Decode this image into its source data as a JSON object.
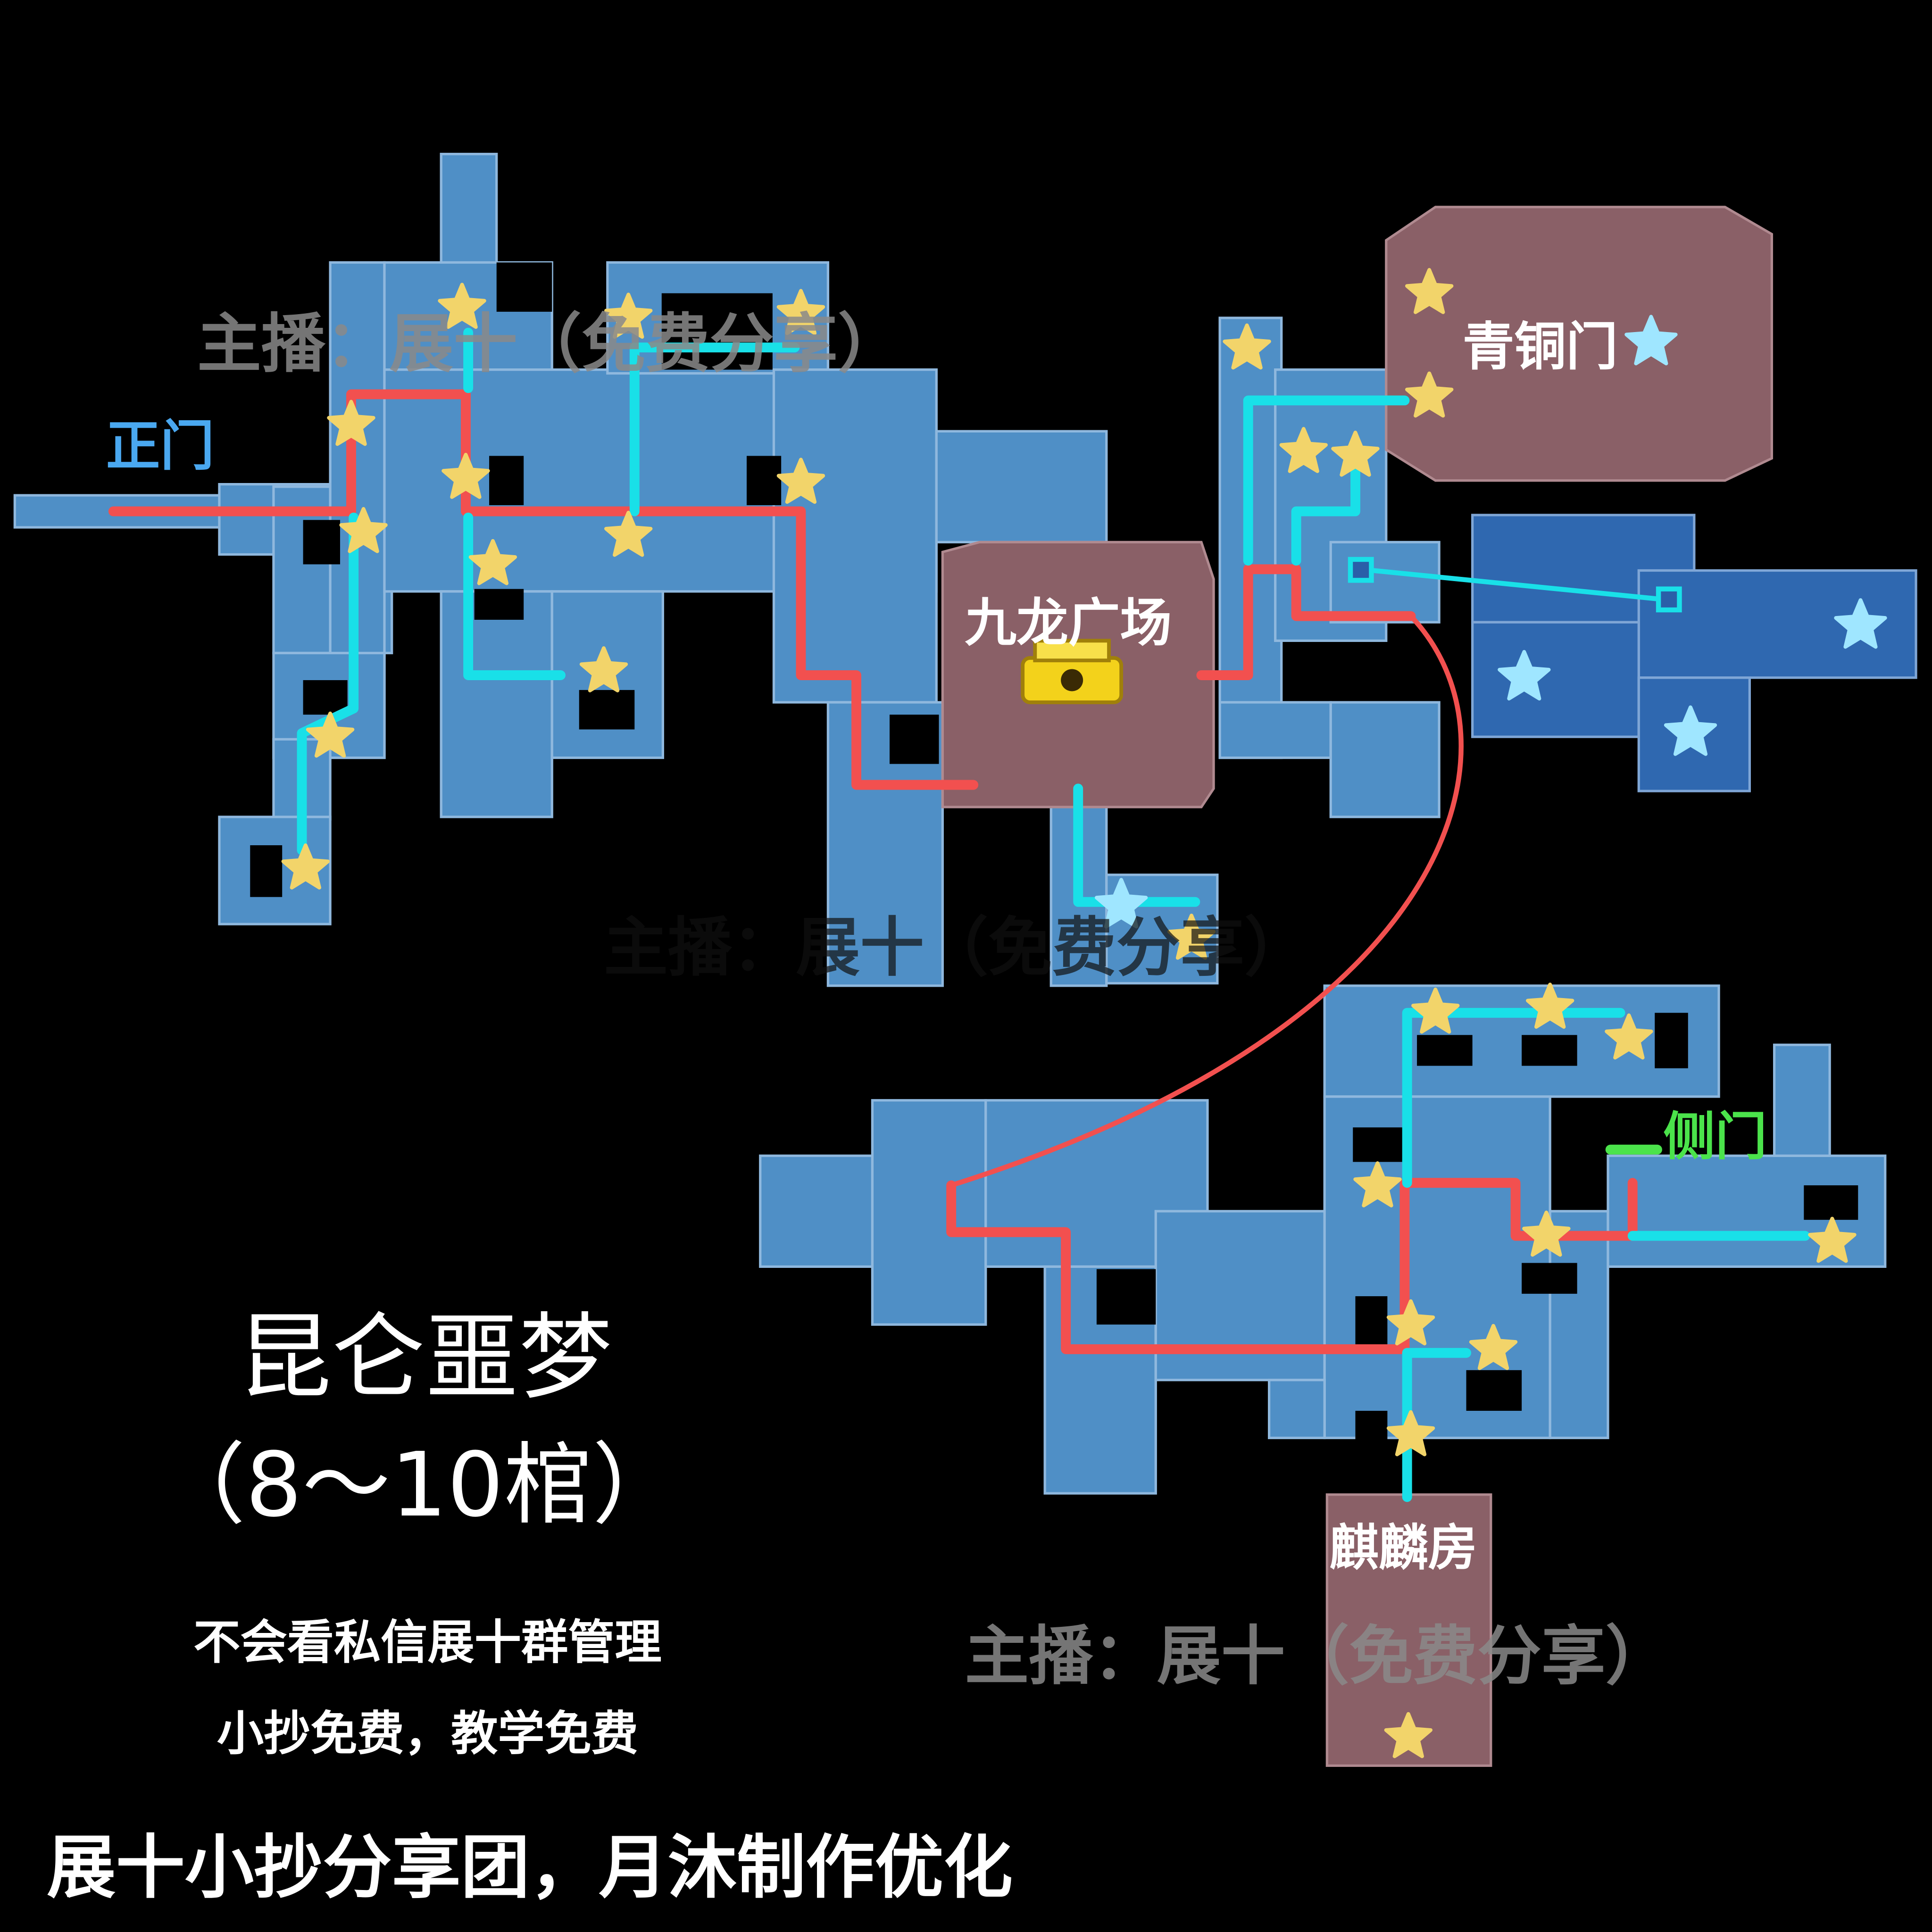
{
  "map": {
    "labels": {
      "main_gate": "正门",
      "nine_dragon_square": "九龙广场",
      "bronze_gate": "青铜门",
      "side_gate": "侧门",
      "qilin_room": "麒麟房"
    },
    "watermark": "主播：展十（免费分享）",
    "colors": {
      "main_route": "#f2504f",
      "side_route": "#19e0e8",
      "side_gate": "#4be34b",
      "star": "#f2d46a",
      "blue_star": "#9fe6ff"
    }
  },
  "info": {
    "title": "昆仑噩梦",
    "subtitle": "（8～10棺）",
    "note1": "不会看私信展十群管理",
    "note2": "小抄免费，教学免费",
    "credit": "展十小抄分享团，月沐制作优化"
  }
}
